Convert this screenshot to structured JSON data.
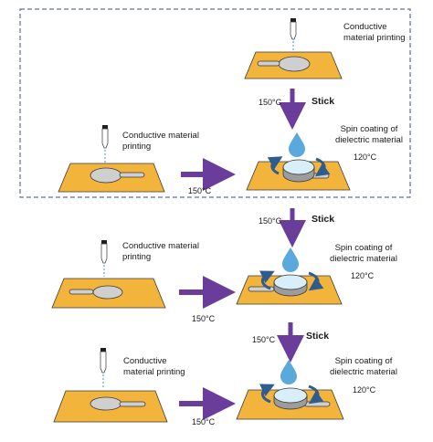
{
  "labels": {
    "conductive_printing": "Conductive material printing",
    "conductive_printing_top": "Conductive\nmaterial printing",
    "spin_coating": "Spin coating of\ndielectric material",
    "stick": "Stick",
    "temp_150": "150°C",
    "temp_120": "120°C"
  },
  "colors": {
    "substrate_fill": "#f3b43c",
    "substrate_stroke": "#3a3a3a",
    "arrow": "#6a3d9a",
    "droplet": "#5aa9dc",
    "film": "#d8eef8",
    "rotation_arrow": "#2f5c8f",
    "dash_border": "#3c4aa0"
  }
}
